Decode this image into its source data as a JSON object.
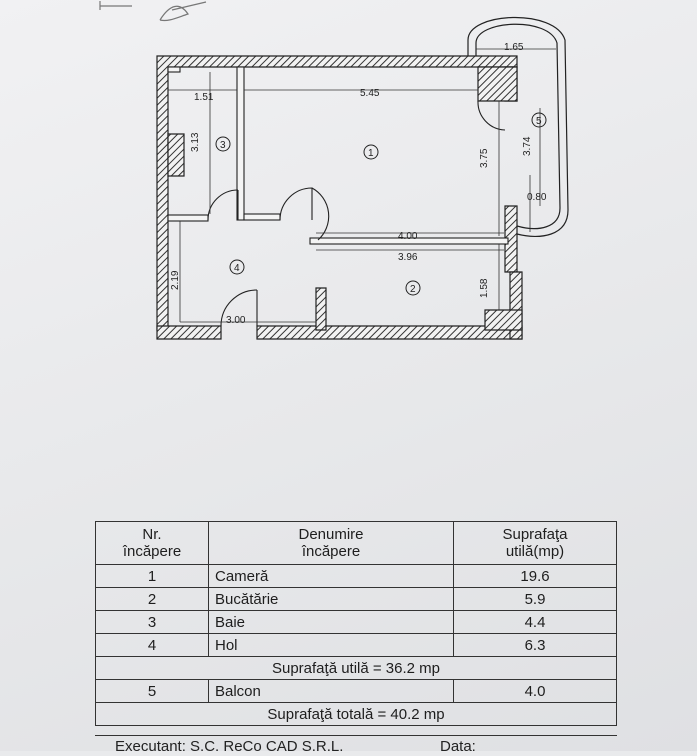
{
  "plan": {
    "dimensions": {
      "d_5_45": "5.45",
      "d_1_51": "1.51",
      "d_1_65": "1.65",
      "d_3_13": "3.13",
      "d_3_75": "3.75",
      "d_3_74": "3.74",
      "d_0_80": "0.80",
      "d_4_00": "4.00",
      "d_3_96": "3.96",
      "d_2_19": "2.19",
      "d_1_58": "1.58",
      "d_3_00": "3.00"
    },
    "room_labels": [
      "1",
      "2",
      "3",
      "4",
      "5"
    ]
  },
  "table": {
    "headers": {
      "nr": [
        "Nr.",
        "încăpere"
      ],
      "name": [
        "Denumire",
        "încăpere"
      ],
      "area": [
        "Suprafaţa",
        "utilă(mp)"
      ]
    },
    "rows": [
      {
        "nr": "1",
        "name": "Cameră",
        "area": "19.6"
      },
      {
        "nr": "2",
        "name": "Bucătărie",
        "area": "5.9"
      },
      {
        "nr": "3",
        "name": "Baie",
        "area": "4.4"
      },
      {
        "nr": "4",
        "name": "Hol",
        "area": "6.3"
      }
    ],
    "useful_total": "Suprafaţă utilă = 36.2 mp",
    "balcony": {
      "nr": "5",
      "name": "Balcon",
      "area": "4.0"
    },
    "grand_total": "Suprafaţă totală = 40.2 mp"
  },
  "footer": {
    "executant": "Executant: S.C. ReCo CAD S.R.L.",
    "data_label": "Data:"
  }
}
